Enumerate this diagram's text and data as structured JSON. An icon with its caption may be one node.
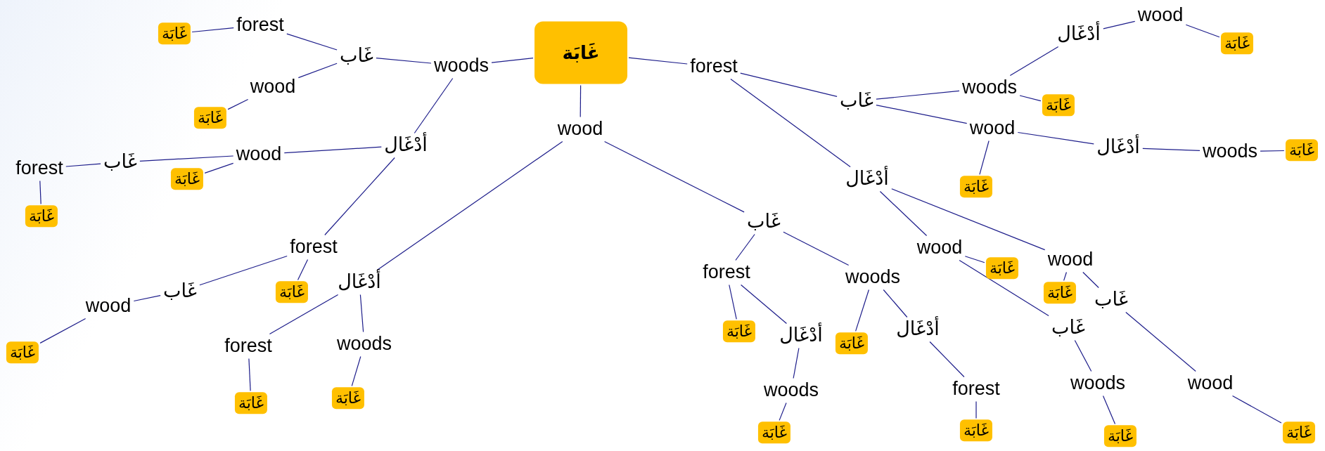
{
  "diagram": {
    "nodes": [
      {
        "text": [
          "غَابَة"
        ]
      },
      {
        "text": [
          "woods"
        ]
      },
      {
        "text": [
          "غَاب"
        ]
      },
      {
        "text": [
          "forest"
        ]
      },
      {
        "text": [
          "غَابَة"
        ]
      },
      {
        "text": [
          "wood"
        ]
      },
      {
        "text": [
          "غَابَة"
        ]
      },
      {
        "text": [
          "أدْغَال"
        ]
      },
      {
        "text": [
          "wood"
        ]
      },
      {
        "text": [
          "غَابَة"
        ]
      },
      {
        "text": [
          "غَاب"
        ]
      },
      {
        "text": [
          "forest"
        ]
      },
      {
        "text": [
          "غَابَة"
        ]
      },
      {
        "text": [
          "forest"
        ]
      },
      {
        "text": [
          "غَابَة"
        ]
      },
      {
        "text": [
          "غَاب"
        ]
      },
      {
        "text": [
          "wood"
        ]
      },
      {
        "text": [
          "غَابَة"
        ]
      },
      {
        "text": [
          "wood"
        ]
      },
      {
        "text": [
          "أدْغَال"
        ]
      },
      {
        "text": [
          "forest"
        ]
      },
      {
        "text": [
          "غَابَة"
        ]
      },
      {
        "text": [
          "woods"
        ]
      },
      {
        "text": [
          "غَابَة"
        ]
      },
      {
        "text": [
          "غَاب"
        ]
      },
      {
        "text": [
          "forest"
        ]
      },
      {
        "text": [
          "غَابَة"
        ]
      },
      {
        "text": [
          "أدْغَال"
        ]
      },
      {
        "text": [
          "woods"
        ]
      },
      {
        "text": [
          "غَابَة"
        ]
      },
      {
        "text": [
          "woods"
        ]
      },
      {
        "text": [
          "غَابَة"
        ]
      },
      {
        "text": [
          "أدْغَال"
        ]
      },
      {
        "text": [
          "forest"
        ]
      },
      {
        "text": [
          "غَابَة"
        ]
      },
      {
        "text": [
          "forest"
        ]
      },
      {
        "text": [
          "غَاب"
        ]
      },
      {
        "text": [
          "woods"
        ]
      },
      {
        "text": [
          "أدْغَال"
        ]
      },
      {
        "text": [
          "wood"
        ]
      },
      {
        "text": [
          "غَابَة"
        ]
      },
      {
        "text": [
          "غَابَة"
        ]
      },
      {
        "text": [
          "wood"
        ]
      },
      {
        "text": [
          "غَابَة"
        ]
      },
      {
        "text": [
          "أدْغَال"
        ]
      },
      {
        "text": [
          "woods"
        ]
      },
      {
        "text": [
          "غَابَة"
        ]
      },
      {
        "text": [
          "أدْغَال"
        ]
      },
      {
        "text": [
          "wood"
        ]
      },
      {
        "text": [
          "غَابَة"
        ]
      },
      {
        "text": [
          "wood"
        ]
      },
      {
        "text": [
          "غَابَة"
        ]
      },
      {
        "text": [
          "غَاب"
        ]
      },
      {
        "text": [
          "wood"
        ]
      },
      {
        "text": [
          "غَابَة"
        ]
      },
      {
        "text": [
          "غَاب"
        ]
      },
      {
        "text": [
          "woods"
        ]
      },
      {
        "text": [
          "غَابَة"
        ]
      }
    ],
    "edges": [
      {
        "from": 0,
        "to": 1,
        "arrow": "none"
      },
      {
        "from": 1,
        "to": 2,
        "arrow": "none"
      },
      {
        "from": 2,
        "to": 3,
        "arrow": "none"
      },
      {
        "from": 3,
        "to": 4,
        "arrow": "none"
      },
      {
        "from": 2,
        "to": 5,
        "arrow": "none"
      },
      {
        "from": 5,
        "to": 6,
        "arrow": "none"
      },
      {
        "from": 1,
        "to": 7,
        "arrow": "none"
      },
      {
        "from": 7,
        "to": 8,
        "arrow": "none"
      },
      {
        "from": 8,
        "to": 9,
        "arrow": "none"
      },
      {
        "from": 8,
        "to": 10,
        "arrow": "none"
      },
      {
        "from": 10,
        "to": 11,
        "arrow": "none"
      },
      {
        "from": 11,
        "to": 12,
        "arrow": "none"
      },
      {
        "from": 7,
        "to": 13,
        "arrow": "none"
      },
      {
        "from": 13,
        "to": 14,
        "arrow": "none"
      },
      {
        "from": 13,
        "to": 15,
        "arrow": "none"
      },
      {
        "from": 15,
        "to": 16,
        "arrow": "none"
      },
      {
        "from": 16,
        "to": 17,
        "arrow": "none"
      },
      {
        "from": 0,
        "to": 18,
        "arrow": "none"
      },
      {
        "from": 18,
        "to": 19,
        "arrow": "none"
      },
      {
        "from": 19,
        "to": 20,
        "arrow": "none"
      },
      {
        "from": 20,
        "to": 21,
        "arrow": "none"
      },
      {
        "from": 19,
        "to": 22,
        "arrow": "none"
      },
      {
        "from": 22,
        "to": 23,
        "arrow": "none"
      },
      {
        "from": 18,
        "to": 24,
        "arrow": "none"
      },
      {
        "from": 24,
        "to": 25,
        "arrow": "none"
      },
      {
        "from": 25,
        "to": 26,
        "arrow": "none"
      },
      {
        "from": 25,
        "to": 27,
        "arrow": "none"
      },
      {
        "from": 27,
        "to": 28,
        "arrow": "none"
      },
      {
        "from": 28,
        "to": 29,
        "arrow": "none"
      },
      {
        "from": 24,
        "to": 30,
        "arrow": "none"
      },
      {
        "from": 30,
        "to": 31,
        "arrow": "none"
      },
      {
        "from": 30,
        "to": 32,
        "arrow": "none"
      },
      {
        "from": 32,
        "to": 33,
        "arrow": "none"
      },
      {
        "from": 33,
        "to": 34,
        "arrow": "none"
      },
      {
        "from": 0,
        "to": 35,
        "arrow": "none"
      },
      {
        "from": 35,
        "to": 36,
        "arrow": "none"
      },
      {
        "from": 36,
        "to": 37,
        "arrow": "none"
      },
      {
        "from": 37,
        "to": 38,
        "arrow": "none"
      },
      {
        "from": 38,
        "to": 39,
        "arrow": "none"
      },
      {
        "from": 39,
        "to": 40,
        "arrow": "none"
      },
      {
        "from": 37,
        "to": 41,
        "arrow": "none"
      },
      {
        "from": 36,
        "to": 42,
        "arrow": "none"
      },
      {
        "from": 42,
        "to": 43,
        "arrow": "none"
      },
      {
        "from": 42,
        "to": 44,
        "arrow": "none"
      },
      {
        "from": 44,
        "to": 45,
        "arrow": "none"
      },
      {
        "from": 45,
        "to": 46,
        "arrow": "none"
      },
      {
        "from": 35,
        "to": 47,
        "arrow": "none"
      },
      {
        "from": 47,
        "to": 48,
        "arrow": "none"
      },
      {
        "from": 48,
        "to": 49,
        "arrow": "none"
      },
      {
        "from": 47,
        "to": 50,
        "arrow": "none"
      },
      {
        "from": 50,
        "to": 51,
        "arrow": "none"
      },
      {
        "from": 50,
        "to": 52,
        "arrow": "none"
      },
      {
        "from": 52,
        "to": 53,
        "arrow": "none"
      },
      {
        "from": 53,
        "to": 54,
        "arrow": "none"
      },
      {
        "from": 48,
        "to": 55,
        "arrow": "none"
      },
      {
        "from": 55,
        "to": 56,
        "arrow": "none"
      },
      {
        "from": 56,
        "to": 57,
        "arrow": "none"
      }
    ]
  }
}
